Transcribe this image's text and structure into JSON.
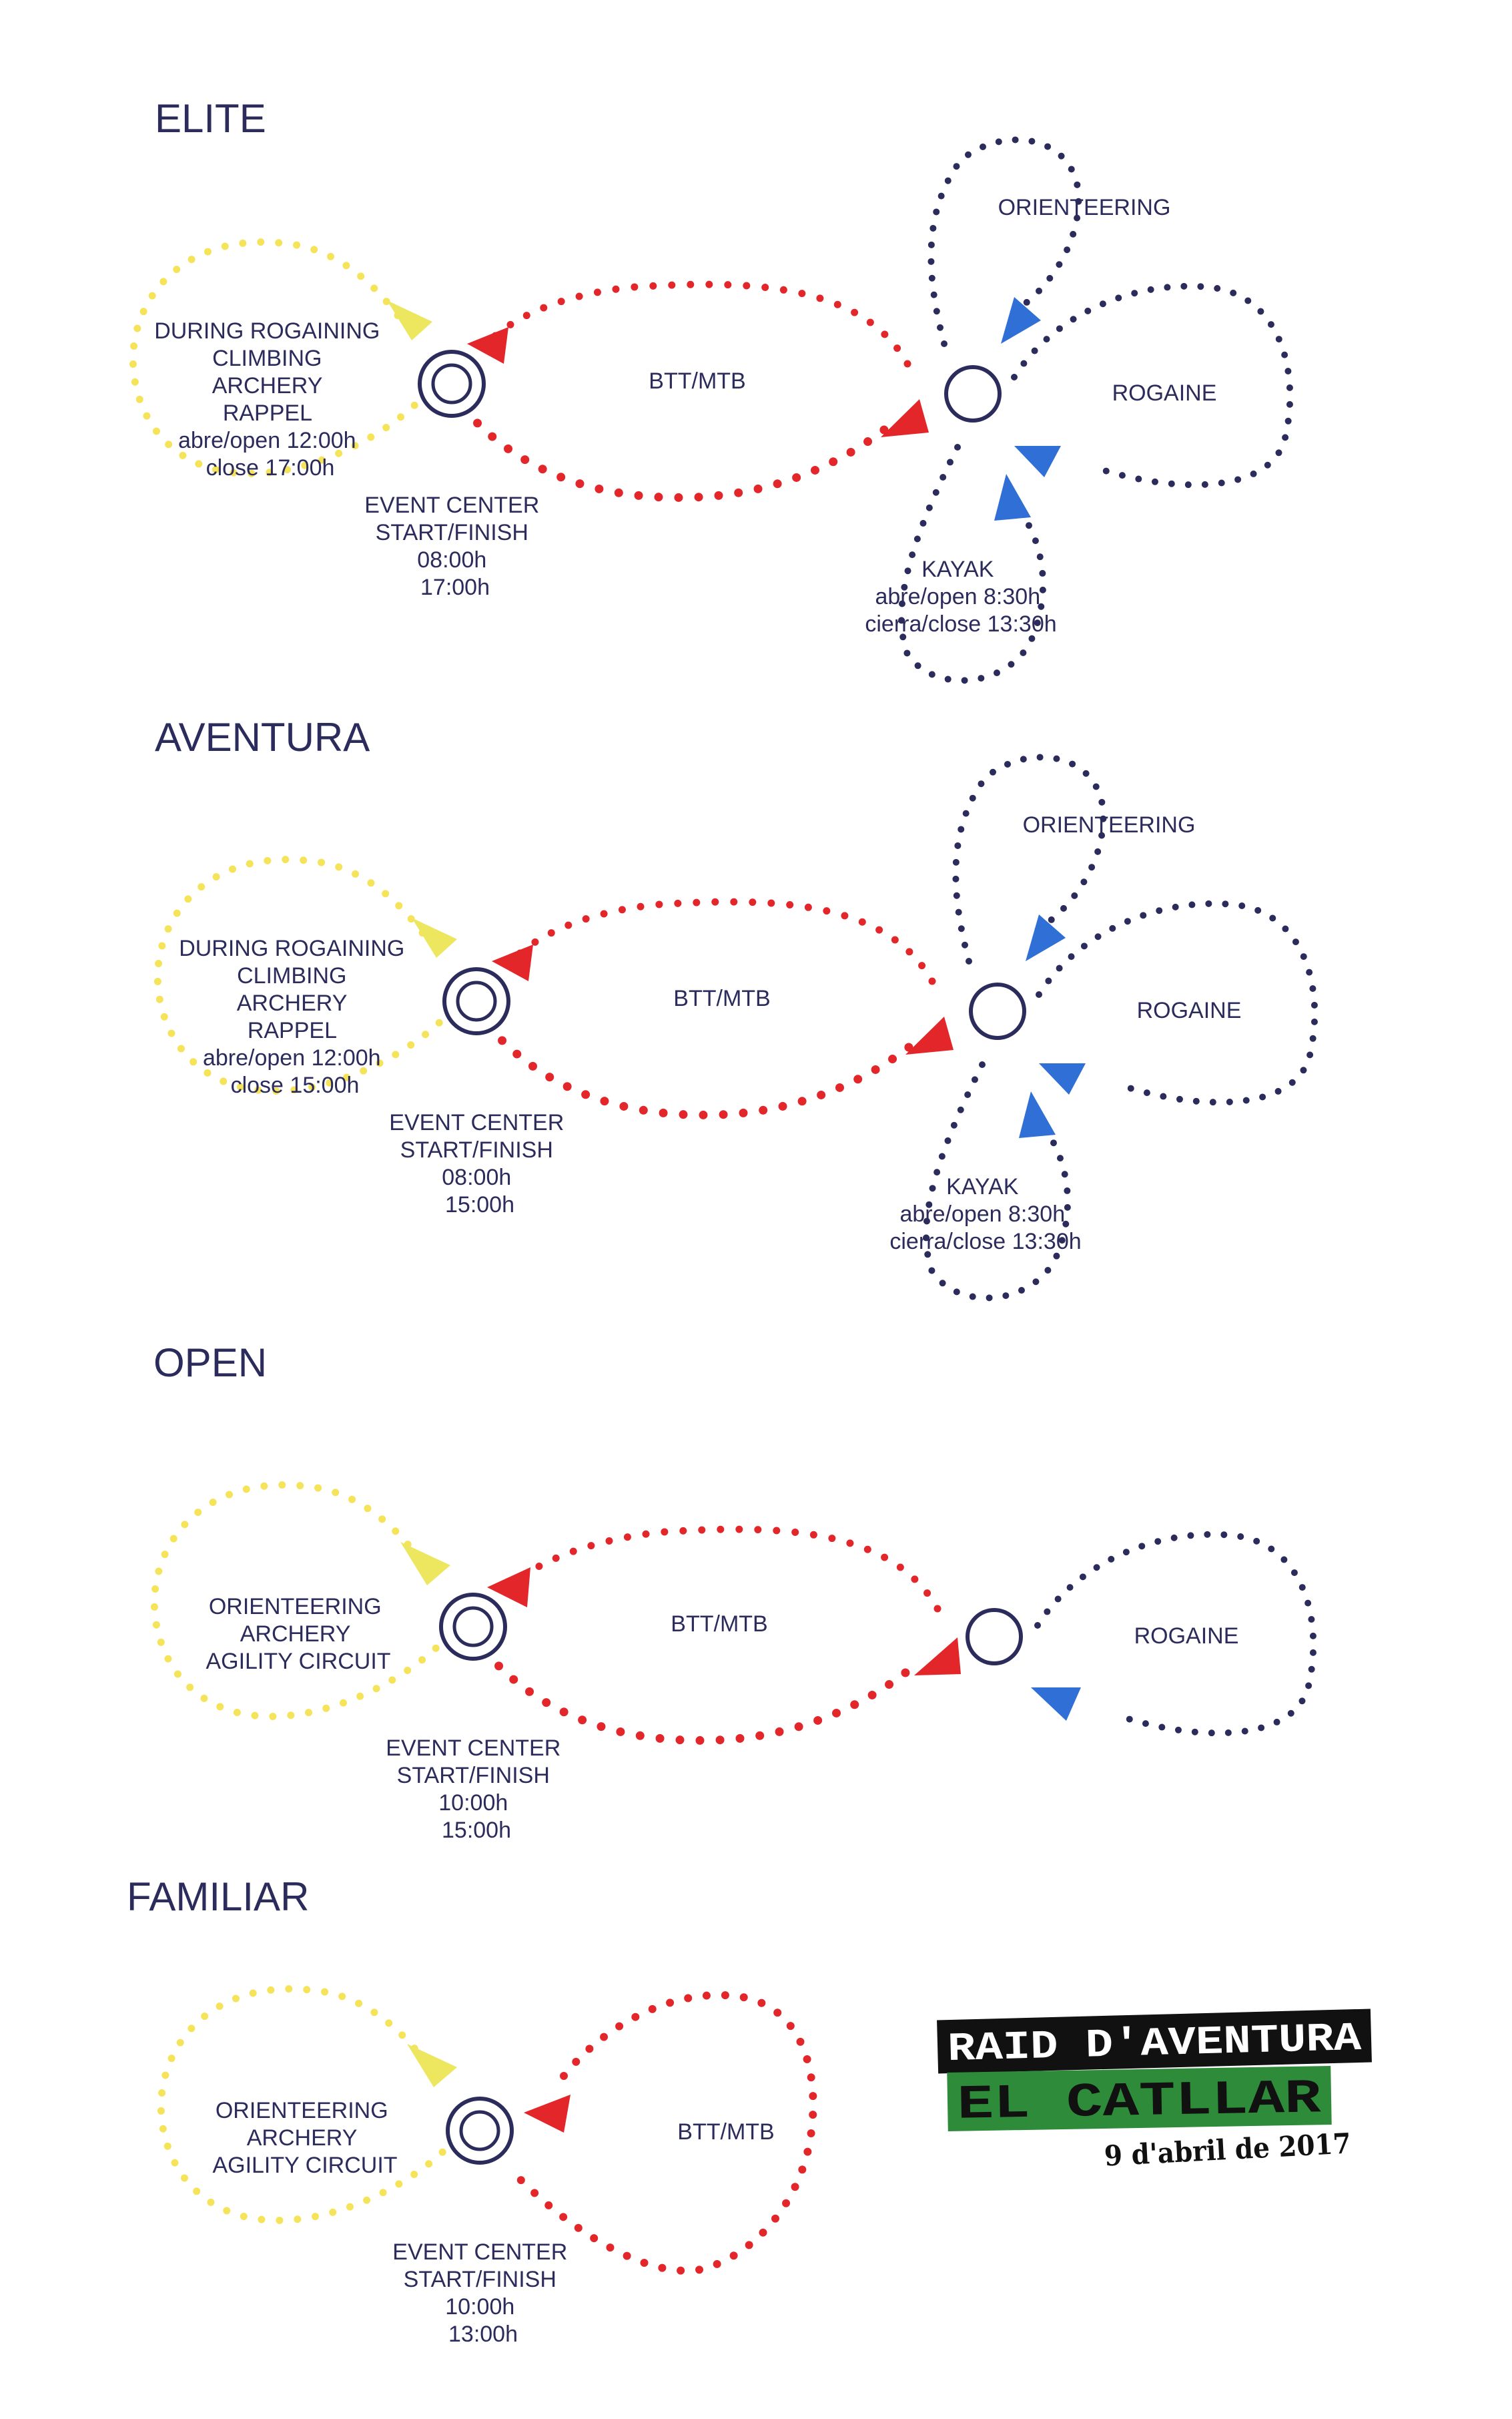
{
  "colors": {
    "text": "#2b2b5c",
    "yellow_loop": "#f5e35a",
    "yellow_arrow": "#ede65f",
    "red": "#e3262a",
    "navy": "#2b2b5c",
    "blue_arrow": "#2f6fd6",
    "logo_green": "#2e8b3a",
    "logo_black": "#111111"
  },
  "sections": [
    {
      "title": "ELITE",
      "left_loop_lines": [
        "DURING ROGAINING",
        "CLIMBING",
        "ARCHERY",
        "RAPPEL",
        "abre/open 12:00h",
        "close 17:00h"
      ],
      "event_center_lines": [
        "EVENT CENTER",
        "START/FINISH",
        "08:00h",
        "17:00h"
      ],
      "bike_label": "BTT/MTB",
      "top_loop_label": "ORIENTEERING",
      "right_loop_label": "ROGAINE",
      "bottom_loop_lines": [
        "KAYAK",
        "abre/open 8:30h",
        "cierra/close 13:30h"
      ]
    },
    {
      "title": "AVENTURA",
      "left_loop_lines": [
        "DURING ROGAINING",
        "CLIMBING",
        "ARCHERY",
        "RAPPEL",
        "abre/open 12:00h",
        "close 15:00h"
      ],
      "event_center_lines": [
        "EVENT CENTER",
        "START/FINISH",
        "08:00h",
        "15:00h"
      ],
      "bike_label": "BTT/MTB",
      "top_loop_label": "ORIENTEERING",
      "right_loop_label": "ROGAINE",
      "bottom_loop_lines": [
        "KAYAK",
        "abre/open 8:30h",
        "cierra/close 13:30h"
      ]
    },
    {
      "title": "OPEN",
      "left_loop_lines": [
        "ORIENTEERING",
        "ARCHERY",
        "AGILITY CIRCUIT"
      ],
      "event_center_lines": [
        "EVENT CENTER",
        "START/FINISH",
        "10:00h",
        "15:00h"
      ],
      "bike_label": "BTT/MTB",
      "right_loop_label": "ROGAINE"
    },
    {
      "title": "FAMILIAR",
      "left_loop_lines": [
        "ORIENTEERING",
        "ARCHERY",
        "AGILITY CIRCUIT"
      ],
      "event_center_lines": [
        "EVENT CENTER",
        "START/FINISH",
        "10:00h",
        "13:00h"
      ],
      "bike_label": "BTT/MTB"
    }
  ],
  "logo": {
    "line1": "RAID D'AVENTURA",
    "line2": "EL CATLLAR",
    "date": "9 d'abril de 2017"
  }
}
